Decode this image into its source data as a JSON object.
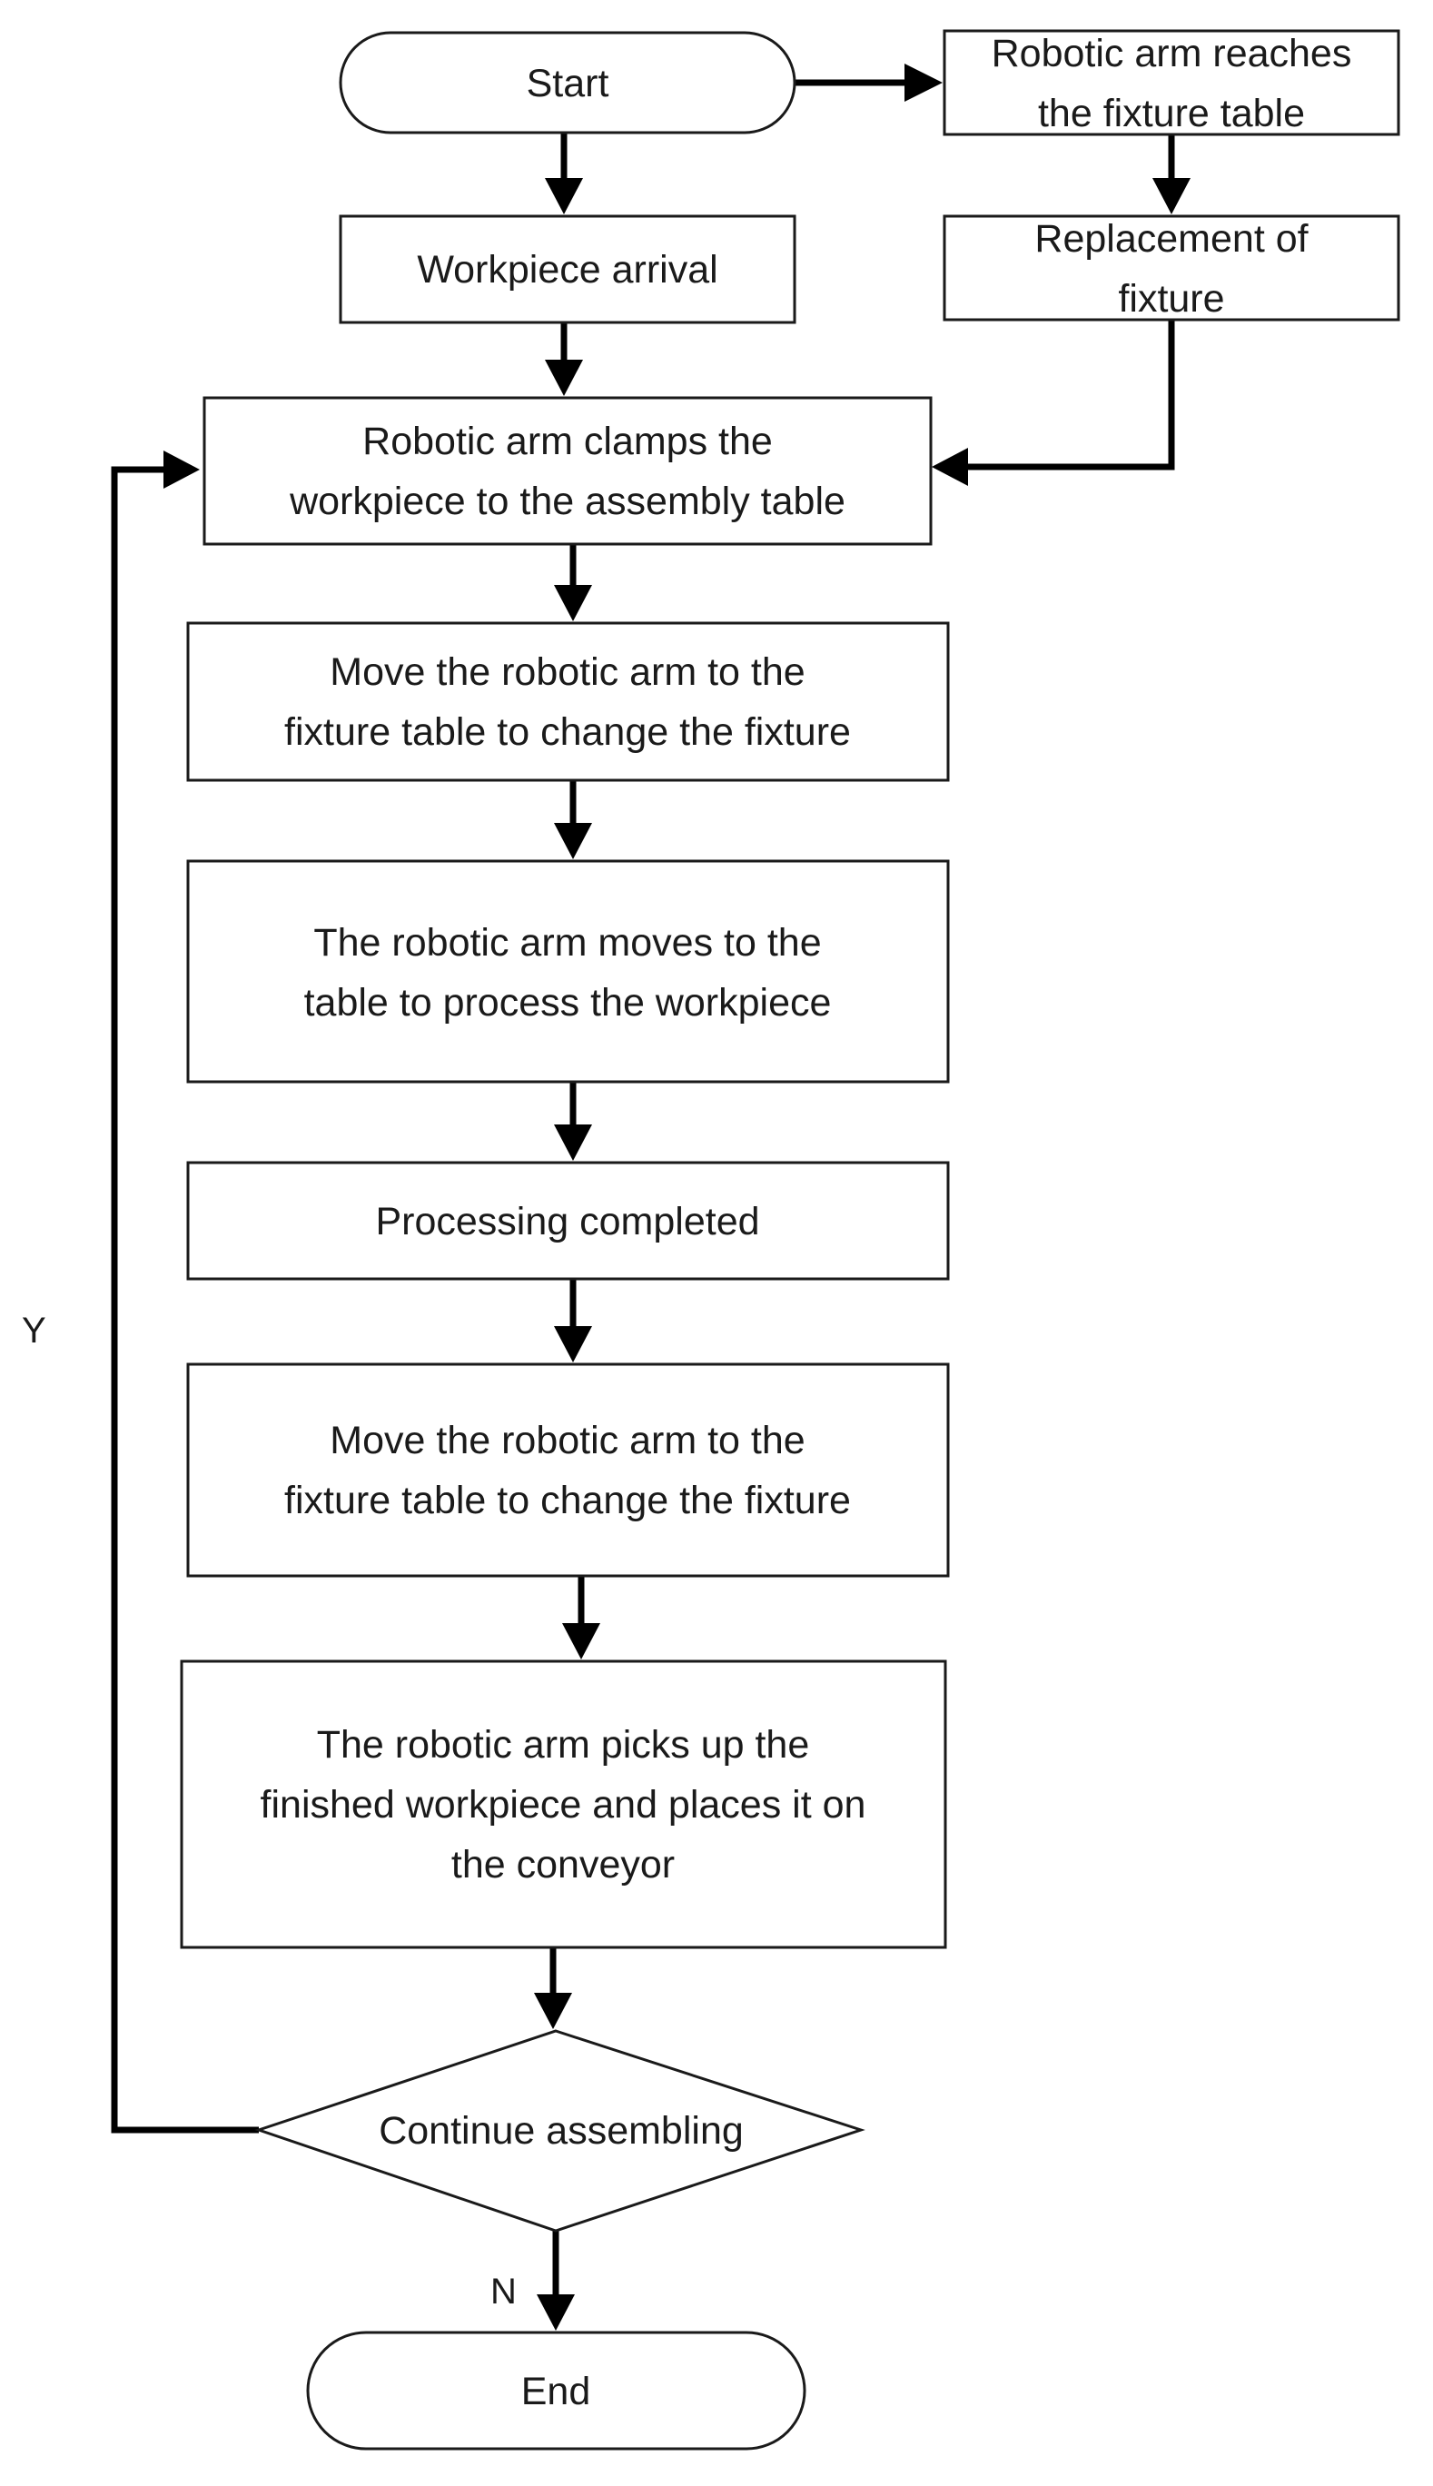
{
  "nodes": {
    "start": [
      "Start"
    ],
    "arm_reaches": [
      "Robotic arm reaches",
      "the fixture table"
    ],
    "workpiece_arrival": [
      "Workpiece arrival"
    ],
    "replacement": [
      "Replacement of",
      "fixture"
    ],
    "clamps": [
      "Robotic arm clamps the",
      "workpiece to the assembly table"
    ],
    "move_change_1": [
      "Move the robotic arm to the",
      "fixture table to change the fixture"
    ],
    "moves_process": [
      "The robotic arm moves to the",
      "table to process the workpiece"
    ],
    "processing_completed": [
      "Processing completed"
    ],
    "move_change_2": [
      "Move the robotic arm to the",
      "fixture table to change the fixture"
    ],
    "picks_up": [
      "The robotic arm picks up the",
      "finished workpiece and places it on",
      "the conveyor"
    ],
    "continue": [
      "Continue assembling"
    ],
    "end": [
      "End"
    ]
  },
  "edge_labels": {
    "yes": "Y",
    "no": "N"
  },
  "colors": {
    "stroke": "#1a1a1a",
    "arrow": "#000000",
    "background": "#ffffff"
  }
}
